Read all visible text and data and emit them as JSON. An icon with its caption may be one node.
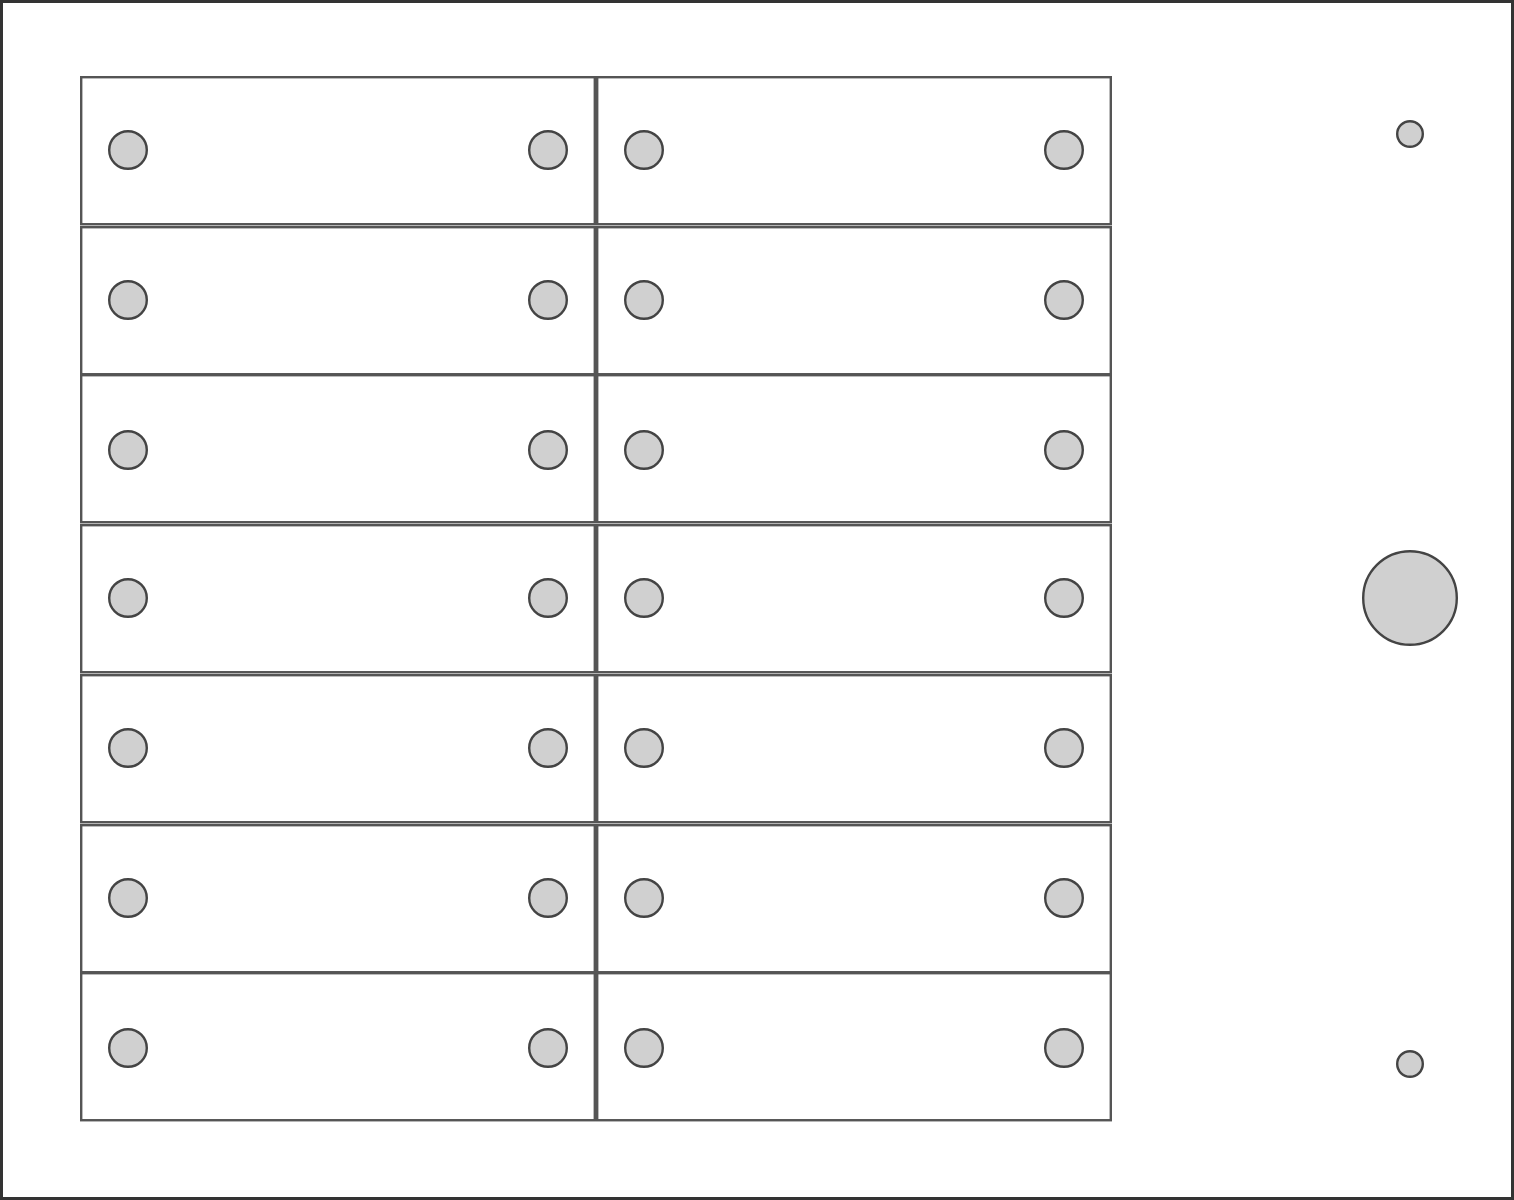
{
  "diagram": {
    "nodes": [
      {
        "text": [],
        "shape": "box"
      },
      {
        "text": [],
        "shape": "box",
        "in": 0
      },
      {
        "text": [],
        "shape": "circle",
        "in": 1
      },
      {
        "text": [],
        "shape": "circle",
        "in": 1
      },
      {
        "text": [],
        "shape": "box",
        "in": 0
      },
      {
        "text": [],
        "shape": "circle",
        "in": 4
      },
      {
        "text": [],
        "shape": "circle",
        "in": 4
      },
      {
        "text": [],
        "shape": "box",
        "in": 0
      },
      {
        "text": [],
        "shape": "circle",
        "in": 7
      },
      {
        "text": [],
        "shape": "circle",
        "in": 7
      },
      {
        "text": [],
        "shape": "box",
        "in": 0
      },
      {
        "text": [],
        "shape": "circle",
        "in": 10
      },
      {
        "text": [],
        "shape": "circle",
        "in": 10
      },
      {
        "text": [],
        "shape": "box",
        "in": 0
      },
      {
        "text": [],
        "shape": "circle",
        "in": 13
      },
      {
        "text": [],
        "shape": "circle",
        "in": 13
      },
      {
        "text": [],
        "shape": "box",
        "in": 0
      },
      {
        "text": [],
        "shape": "circle",
        "in": 16
      },
      {
        "text": [],
        "shape": "circle",
        "in": 16
      },
      {
        "text": [],
        "shape": "box",
        "in": 0
      },
      {
        "text": [],
        "shape": "circle",
        "in": 19
      },
      {
        "text": [],
        "shape": "circle",
        "in": 19
      },
      {
        "text": [],
        "shape": "box",
        "in": 0
      },
      {
        "text": [],
        "shape": "circle",
        "in": 22
      },
      {
        "text": [],
        "shape": "circle",
        "in": 22
      },
      {
        "text": [],
        "shape": "box",
        "in": 0
      },
      {
        "text": [],
        "shape": "circle",
        "in": 25
      },
      {
        "text": [],
        "shape": "circle",
        "in": 25
      },
      {
        "text": [],
        "shape": "box",
        "in": 0
      },
      {
        "text": [],
        "shape": "circle",
        "in": 28
      },
      {
        "text": [],
        "shape": "circle",
        "in": 28
      },
      {
        "text": [],
        "shape": "box",
        "in": 0
      },
      {
        "text": [],
        "shape": "circle",
        "in": 31
      },
      {
        "text": [],
        "shape": "circle",
        "in": 31
      },
      {
        "text": [],
        "shape": "box",
        "in": 0
      },
      {
        "text": [],
        "shape": "circle",
        "in": 34
      },
      {
        "text": [],
        "shape": "circle",
        "in": 34
      },
      {
        "text": [],
        "shape": "box",
        "in": 0
      },
      {
        "text": [],
        "shape": "circle",
        "in": 37
      },
      {
        "text": [],
        "shape": "circle",
        "in": 37
      },
      {
        "text": [],
        "shape": "box",
        "in": 0
      },
      {
        "text": [],
        "shape": "circle",
        "in": 40
      },
      {
        "text": [],
        "shape": "circle",
        "in": 40
      },
      {
        "text": [],
        "shape": "circle",
        "in": 0
      },
      {
        "text": [],
        "shape": "circle",
        "in": 0
      },
      {
        "text": [],
        "shape": "circle",
        "in": 0
      }
    ]
  }
}
